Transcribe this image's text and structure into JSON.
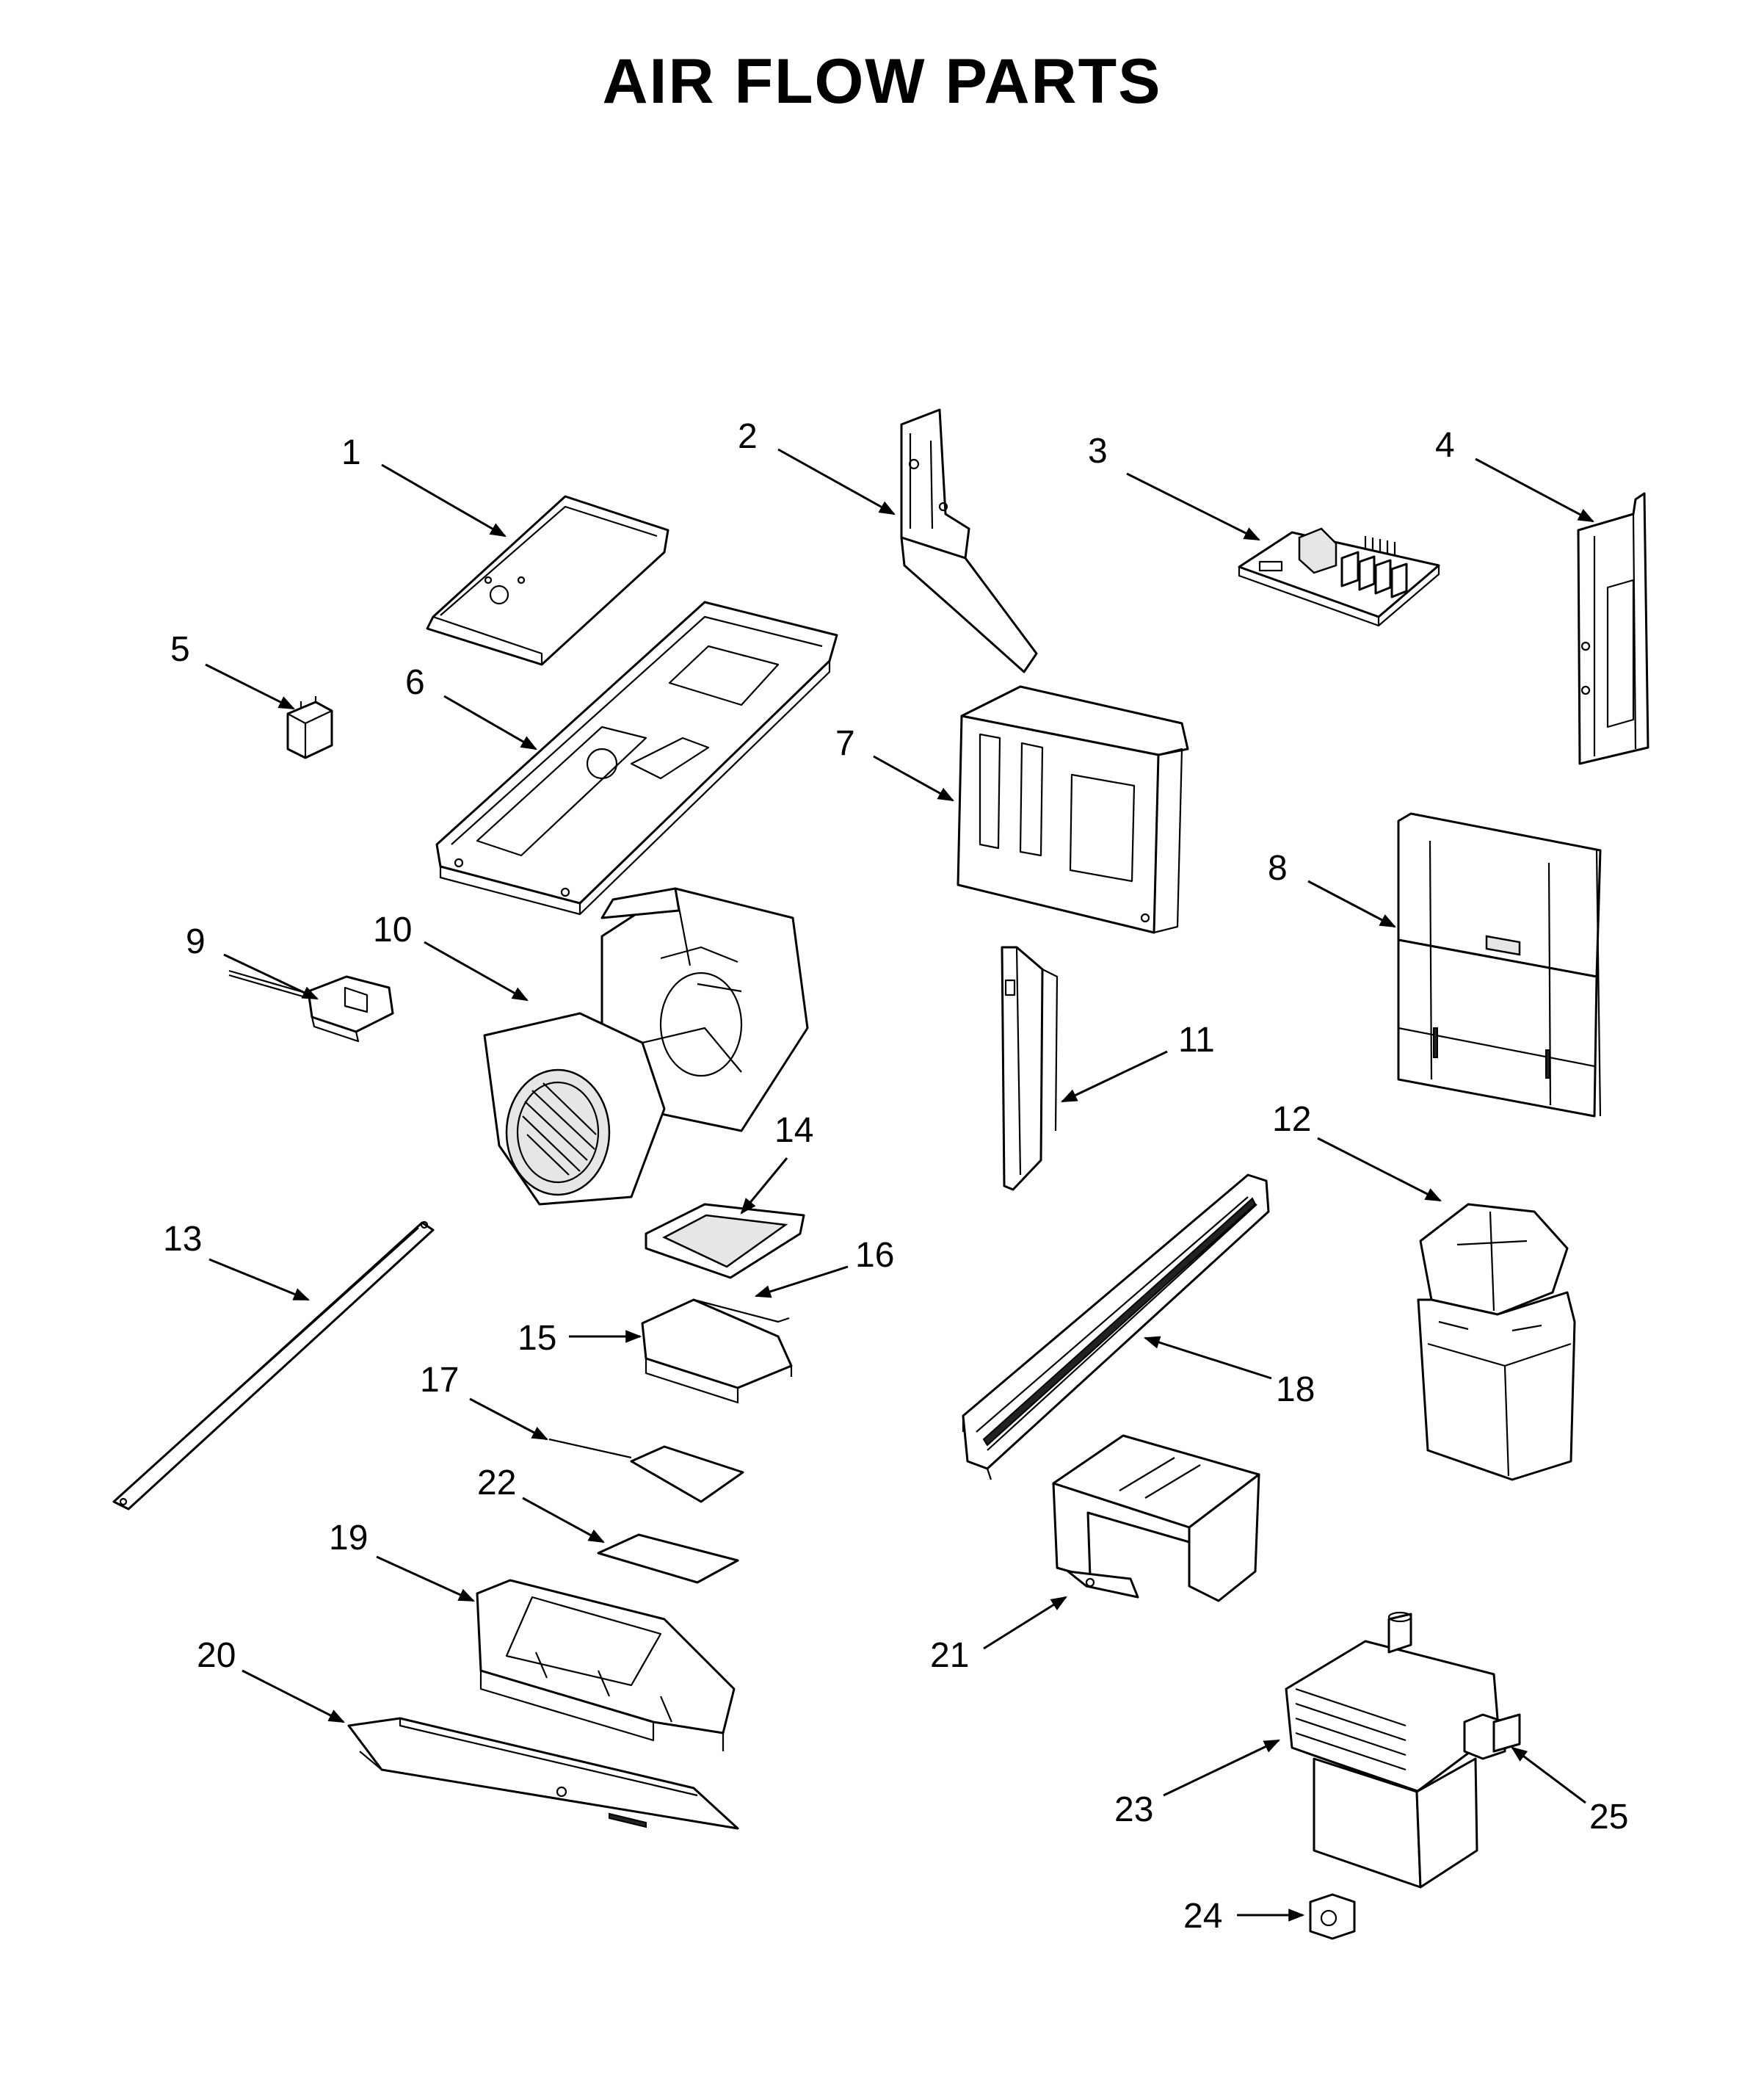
{
  "title": "AIR FLOW PARTS",
  "callouts": [
    "1",
    "2",
    "3",
    "4",
    "5",
    "6",
    "7",
    "8",
    "9",
    "10",
    "11",
    "12",
    "13",
    "14",
    "15",
    "16",
    "17",
    "18",
    "19",
    "20",
    "21",
    "22",
    "23",
    "24",
    "25"
  ]
}
